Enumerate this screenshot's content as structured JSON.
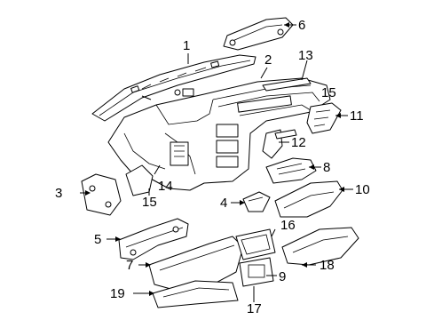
{
  "callouts": {
    "c1": "1",
    "c2": "2",
    "c3": "3",
    "c4": "4",
    "c5": "5",
    "c6": "6",
    "c7": "7",
    "c8": "8",
    "c9": "9",
    "c10": "10",
    "c11": "11",
    "c12": "12",
    "c13": "13",
    "c14": "14",
    "c15a": "15",
    "c15b": "15",
    "c16": "16",
    "c17": "17",
    "c18": "18",
    "c19": "19"
  }
}
